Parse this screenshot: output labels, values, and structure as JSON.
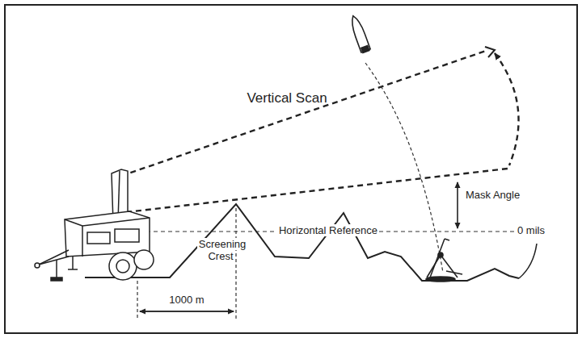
{
  "diagram": {
    "labels": [
      "Vertical Scan",
      "Screening Crest",
      "Horizontal Reference",
      "Mask Angle",
      "0 mils",
      "1000 m"
    ]
  }
}
